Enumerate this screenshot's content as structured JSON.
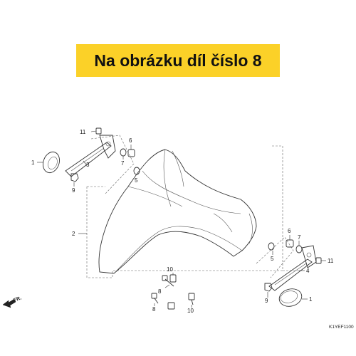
{
  "banner": {
    "text": "Na obrázku díl číslo 8"
  },
  "diagram_code": "K1YEF1100",
  "direction_label": "FR.",
  "callouts": [
    {
      "id": "c1a",
      "text": "1"
    },
    {
      "id": "c1b",
      "text": "1"
    },
    {
      "id": "c2",
      "text": "2"
    },
    {
      "id": "c3",
      "text": "3"
    },
    {
      "id": "c4",
      "text": "4"
    },
    {
      "id": "c5a",
      "text": "5"
    },
    {
      "id": "c5b",
      "text": "5"
    },
    {
      "id": "c6a",
      "text": "6"
    },
    {
      "id": "c6b",
      "text": "6"
    },
    {
      "id": "c7a",
      "text": "7"
    },
    {
      "id": "c7b",
      "text": "7"
    },
    {
      "id": "c8a",
      "text": "8"
    },
    {
      "id": "c8b",
      "text": "8"
    },
    {
      "id": "c9a",
      "text": "9"
    },
    {
      "id": "c9b",
      "text": "9"
    },
    {
      "id": "c10a",
      "text": "10"
    },
    {
      "id": "c10b",
      "text": "10"
    },
    {
      "id": "c11a",
      "text": "11"
    },
    {
      "id": "c11b",
      "text": "11"
    }
  ]
}
